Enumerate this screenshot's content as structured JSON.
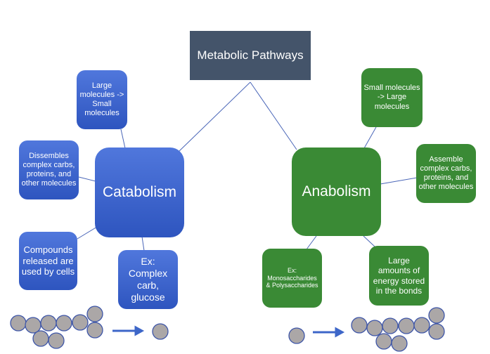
{
  "title": "Metabolic Pathways",
  "catabolism": {
    "label": "Catabolism",
    "size_change": "Large molecules -> Small molecules",
    "description": "Dissembles complex carbs, proteins, and other molecules",
    "use": "Compounds released are used by cells",
    "example": "Ex: Complex carb, glucose"
  },
  "anabolism": {
    "label": "Anabolism",
    "size_change": "Small molecules -> Large molecules",
    "description": "Assemble complex carbs, proteins, and other molecules",
    "example": "Ex: Monosaccharides & Polysaccharides",
    "energy": "Large amounts of energy stored in the bonds"
  },
  "colors": {
    "catabolism": "#3a60cc",
    "anabolism": "#3a8a35",
    "title": "#44546a",
    "molecule": "#aba7a7",
    "arrow": "#3d66c8"
  }
}
